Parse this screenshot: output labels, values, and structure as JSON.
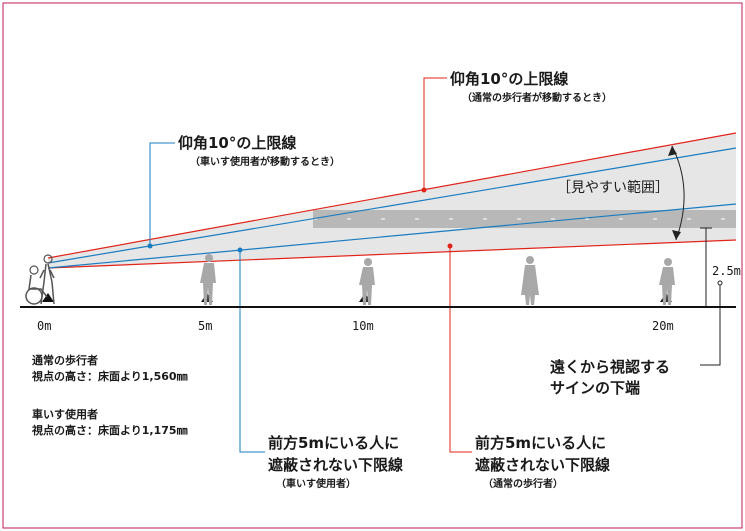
{
  "labels": {
    "red_upper": {
      "title": "仰角10°の上限線",
      "sub": "（通常の歩行者が移動するとき）"
    },
    "blue_upper": {
      "title": "仰角10°の上限線",
      "sub": "（車いす使用者が移動するとき）"
    },
    "visible_range": "［見やすい範囲］",
    "height_value": "2.5m",
    "sign_bottom": [
      "遠くから視認する",
      "サインの下端"
    ],
    "blue_lower": {
      "line1": "前方5mにいる人に",
      "line2": "遮蔽されない下限線",
      "sub": "（車いす使用者）"
    },
    "red_lower": {
      "line1": "前方5mにいる人に",
      "line2": "遮蔽されない下限線",
      "sub": "（通常の歩行者）"
    },
    "pedestrian_info": {
      "title": "通常の歩行者",
      "height": "視点の高さ：床面より1,560㎜"
    },
    "wheelchair_info": {
      "title": "車いす使用者",
      "height": "視点の高さ：床面より1,175㎜"
    }
  },
  "axis_ticks": [
    "0m",
    "5m",
    "10m",
    "20m"
  ],
  "colors": {
    "red_line": "#e2231a",
    "blue_line": "#1a7cc1",
    "frame": "#c2185b",
    "range_fill": "#e6e6e6",
    "sign_band": "#b8b8b8",
    "figure": "#a8a8a8"
  }
}
